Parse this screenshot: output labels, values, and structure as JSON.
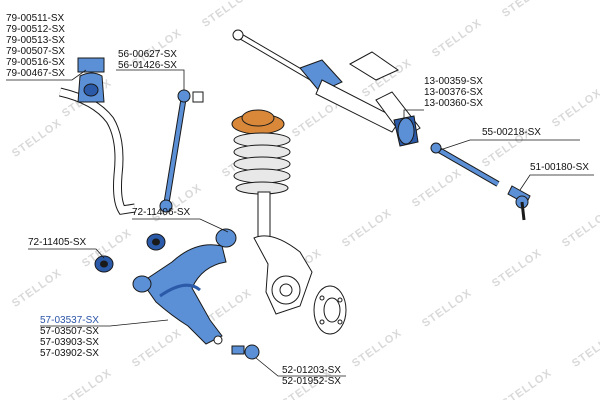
{
  "watermark": "STELLOX",
  "colors": {
    "part_fill": "#5b8fd6",
    "part_dark": "#2a5aa8",
    "spring_fill": "#e8e8e8",
    "mount_fill": "#d9883a",
    "line": "#1a1a1a",
    "highlight_text": "#2b55a8",
    "watermark": "#d9d9d9"
  },
  "callouts": {
    "stabilizer_bushing": [
      "79-00511-SX",
      "79-00512-SX",
      "79-00513-SX",
      "79-00507-SX",
      "79-00516-SX",
      "79-00467-SX"
    ],
    "stabilizer_link": [
      "56-00627-SX",
      "56-01426-SX"
    ],
    "steering_boot": [
      "13-00359-SX",
      "13-00376-SX",
      "13-00360-SX"
    ],
    "axial_rod": [
      "55-00218-SX"
    ],
    "tie_rod_end": [
      "51-00180-SX"
    ],
    "arm_bushing_rear": [
      "72-11406-SX"
    ],
    "arm_bushing_front": [
      "72-11405-SX"
    ],
    "control_arm": [
      "57-03537-SX",
      "57-03507-SX",
      "57-03903-SX",
      "57-03902-SX"
    ],
    "ball_joint": [
      "52-01203-SX",
      "52-01952-SX"
    ]
  }
}
